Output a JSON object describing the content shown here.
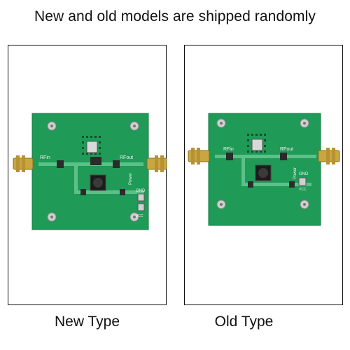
{
  "headline": "New and old models are shipped randomly",
  "panels": [
    {
      "caption": "New Type",
      "silkscreen": {
        "rf_in": "RFin",
        "rf_out": "RFout",
        "power": "Power",
        "gnd": "GND",
        "vcc": "VCC"
      }
    },
    {
      "caption": "Old Type",
      "silkscreen": {
        "rf_in": "RFin",
        "rf_out": "RFout",
        "power": "Power",
        "gnd": "GND",
        "vcc": "VCC"
      }
    }
  ],
  "colors": {
    "pcb_green": "#1f9a57",
    "copper_trace": "#5cc189",
    "sma_gold": "#c9a640"
  }
}
